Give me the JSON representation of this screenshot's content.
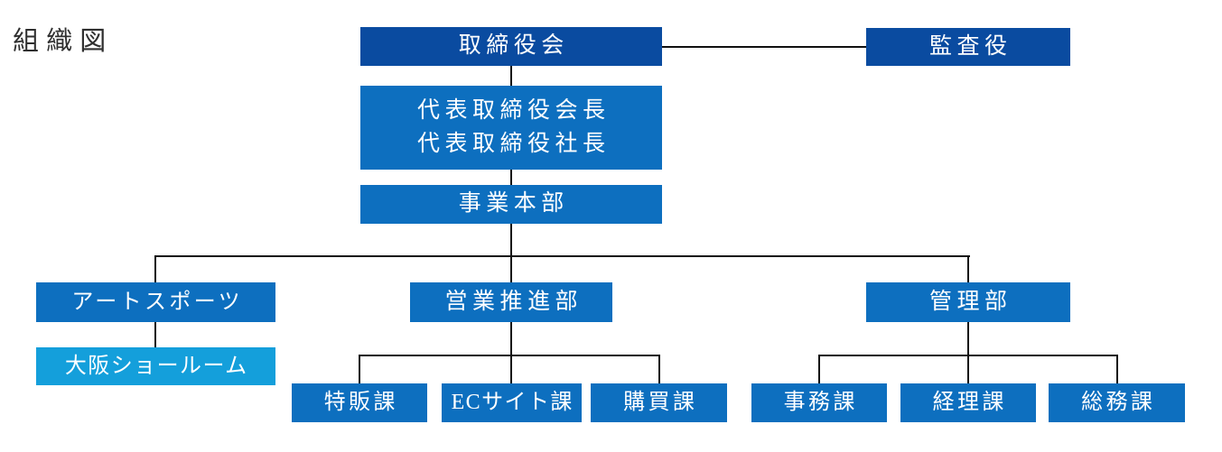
{
  "title": "組織図",
  "colors": {
    "dark_blue": "#0a4ba0",
    "medium_blue": "#0d6fbf",
    "light_blue": "#149fdb",
    "connector": "#111111",
    "label_text": "#ffffff",
    "title_text": "#2f2f2f"
  },
  "nodes": {
    "board": "取締役会",
    "auditor": "監査役",
    "representative_line1": "代表取締役会長",
    "representative_line2": "代表取締役社長",
    "business_hq": "事業本部",
    "art_sports": "アートスポーツ",
    "osaka_showroom": "大阪ショールーム",
    "sales_promotion": "営業推進部",
    "admin_dept": "管理部",
    "special_sales": "特販課",
    "ec_site": "ECサイト課",
    "purchasing": "購買課",
    "clerical": "事務課",
    "accounting": "経理課",
    "general_affairs": "総務課"
  }
}
